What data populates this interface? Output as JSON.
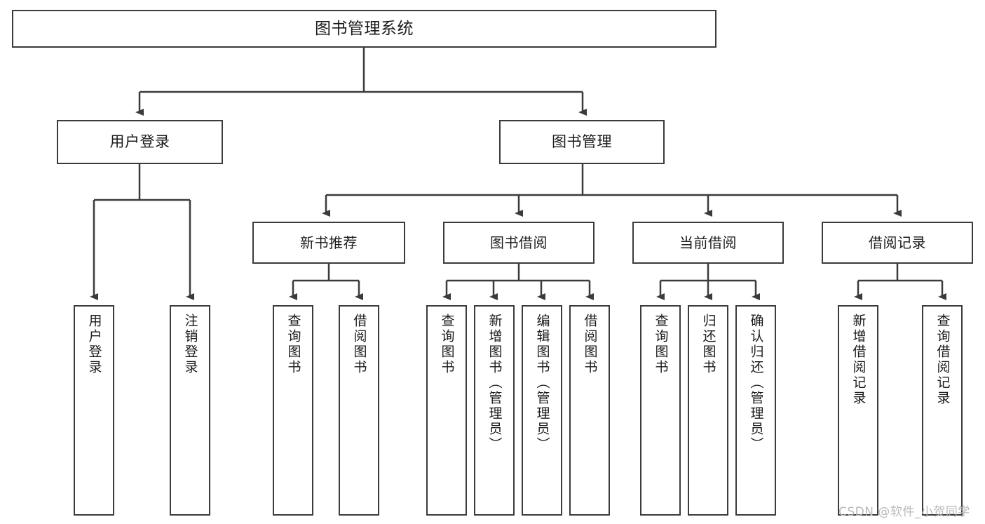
{
  "diagram": {
    "title_node": {
      "id": "root",
      "label": "图书管理系统"
    },
    "level1": [
      {
        "id": "user-login",
        "label": "用户登录"
      },
      {
        "id": "book-management",
        "label": "图书管理"
      }
    ],
    "level2": [
      {
        "id": "new-book-recommend",
        "label": "新书推荐"
      },
      {
        "id": "book-borrow",
        "label": "图书借阅"
      },
      {
        "id": "current-borrow",
        "label": "当前借阅"
      },
      {
        "id": "borrow-record",
        "label": "借阅记录"
      }
    ],
    "leaves": [
      {
        "id": "leaf-user-login",
        "label": "用户登录",
        "parent": "user-login"
      },
      {
        "id": "leaf-logout-login",
        "label": "注销登录",
        "parent": "user-login"
      },
      {
        "id": "leaf-query-book-1",
        "label": "查询图书",
        "parent": "new-book-recommend"
      },
      {
        "id": "leaf-borrow-book-1",
        "label": "借阅图书",
        "parent": "new-book-recommend"
      },
      {
        "id": "leaf-query-book-2",
        "label": "查询图书",
        "parent": "book-borrow"
      },
      {
        "id": "leaf-add-book",
        "label": "新增图书（管理员）",
        "parent": "book-borrow"
      },
      {
        "id": "leaf-edit-book",
        "label": "编辑图书（管理员）",
        "parent": "book-borrow"
      },
      {
        "id": "leaf-borrow-book-2",
        "label": "借阅图书",
        "parent": "book-borrow"
      },
      {
        "id": "leaf-query-book-3",
        "label": "查询图书",
        "parent": "current-borrow"
      },
      {
        "id": "leaf-return-book",
        "label": "归还图书",
        "parent": "current-borrow"
      },
      {
        "id": "leaf-confirm-return",
        "label": "确认归还（管理员）",
        "parent": "current-borrow"
      },
      {
        "id": "leaf-add-borrow-record",
        "label": "新增借阅记录",
        "parent": "borrow-record"
      },
      {
        "id": "leaf-query-borrow-record",
        "label": "查询借阅记录",
        "parent": "borrow-record"
      }
    ],
    "watermark": "CSDN @软件_小贺同学",
    "colors": {
      "stroke": "#3b3b3b",
      "text": "#1b1b1b",
      "background": "#ffffff",
      "watermark": "#b9b9b9"
    }
  }
}
